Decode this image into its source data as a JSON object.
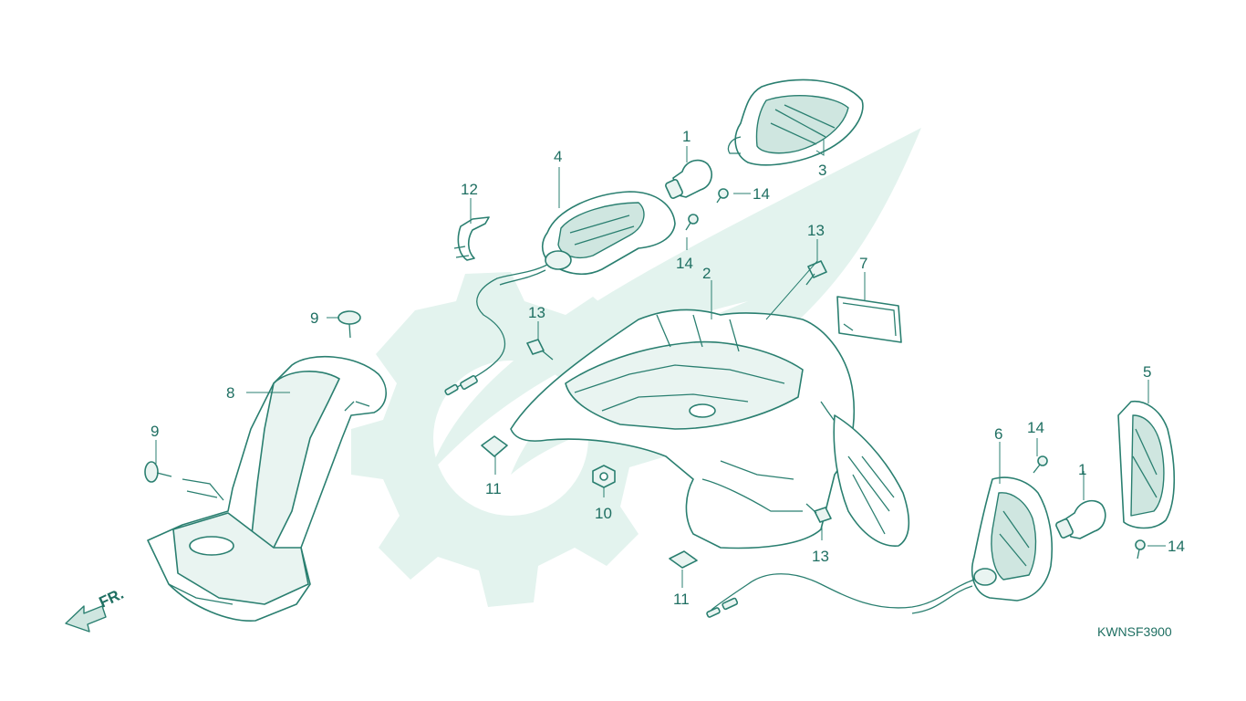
{
  "callouts": [
    {
      "id": "c1a",
      "text": "1"
    },
    {
      "id": "c1b",
      "text": "1"
    },
    {
      "id": "c2",
      "text": "2"
    },
    {
      "id": "c3",
      "text": "3"
    },
    {
      "id": "c4",
      "text": "4"
    },
    {
      "id": "c5",
      "text": "5"
    },
    {
      "id": "c6",
      "text": "6"
    },
    {
      "id": "c7",
      "text": "7"
    },
    {
      "id": "c8",
      "text": "8"
    },
    {
      "id": "c9a",
      "text": "9"
    },
    {
      "id": "c9b",
      "text": "9"
    },
    {
      "id": "c10",
      "text": "10"
    },
    {
      "id": "c11a",
      "text": "11"
    },
    {
      "id": "c11b",
      "text": "11"
    },
    {
      "id": "c12",
      "text": "12"
    },
    {
      "id": "c13a",
      "text": "13"
    },
    {
      "id": "c13b",
      "text": "13"
    },
    {
      "id": "c13c",
      "text": "13"
    },
    {
      "id": "c14a",
      "text": "14"
    },
    {
      "id": "c14b",
      "text": "14"
    },
    {
      "id": "c14c",
      "text": "14"
    },
    {
      "id": "c14d",
      "text": "14"
    }
  ],
  "front_indicator": "FR.",
  "diagram_code": "KWNSF3900",
  "colors": {
    "line": "#2a7f70",
    "label": "#1f6f62",
    "watermark": "#e3f3ee"
  }
}
